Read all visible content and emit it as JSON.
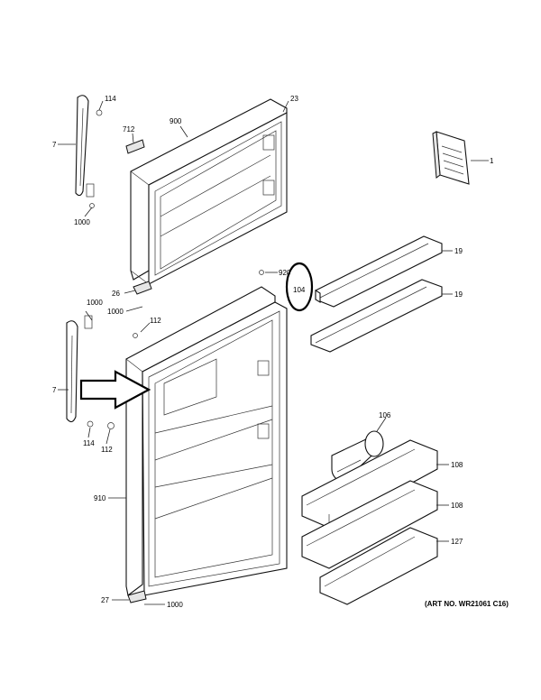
{
  "callouts": {
    "c114_top": "114",
    "c7_top": "7",
    "c1000_top": "1000",
    "c712": "712",
    "c900": "900",
    "c23": "23",
    "c1": "1",
    "c19_a": "19",
    "c19_b": "19",
    "c920": "920",
    "c104": "104",
    "c26": "26",
    "c1000_mid_a": "1000",
    "c1000_mid_b": "1000",
    "c112_a": "112",
    "c7_bot": "7",
    "c114_bot": "114",
    "c112_b": "112",
    "c106": "106",
    "c108_a": "108",
    "c108_b": "108",
    "c910": "910",
    "c127": "127",
    "c27": "27",
    "c1000_bot": "1000"
  },
  "art_number": "(ART NO. WR21061 C16)",
  "colors": {
    "lines": "#111111",
    "background": "#ffffff",
    "highlight_circle": "#000000"
  },
  "icons": [
    "arrow-outline-icon",
    "highlight-circle-icon"
  ]
}
